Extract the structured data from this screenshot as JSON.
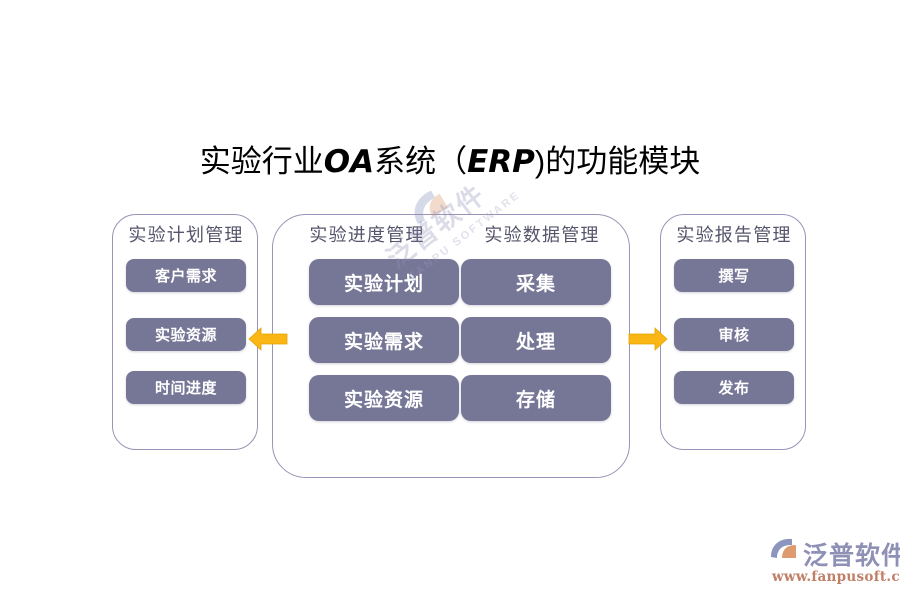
{
  "title": {
    "prefix": "实验行业",
    "latin": "OA",
    "middle": "系统（",
    "latin2": "ERP",
    "suffix": ")的功能模块",
    "full": "实验行业OA系统（ERP)的功能模块"
  },
  "colors": {
    "box_fill": "#767697",
    "panel_border": "#9a93b8",
    "heading_text": "#55556b",
    "arrow": "#f9b614",
    "arrow_border": "#e8a400",
    "box_text": "#ffffff",
    "background": "#ffffff",
    "brand_cn": "#8e90b6",
    "brand_url": "#c07f67"
  },
  "panels": [
    {
      "id": "plan",
      "heading": "实验计划管理",
      "boxes": [
        "客户需求",
        "实验资源",
        "时间进度"
      ]
    },
    {
      "id": "report",
      "heading": "实验报告管理",
      "boxes": [
        "撰写",
        "审核",
        "发布"
      ]
    }
  ],
  "center_panel": {
    "columns": [
      {
        "id": "progress",
        "heading": "实验进度管理",
        "boxes": [
          "实验计划",
          "实验需求",
          "实验资源"
        ]
      },
      {
        "id": "data",
        "heading": "实验数据管理",
        "boxes": [
          "采集",
          "处理",
          "存储"
        ]
      }
    ]
  },
  "arrows": [
    {
      "id": "arrow-left",
      "direction": "left"
    },
    {
      "id": "arrow-right",
      "direction": "right"
    }
  ],
  "watermark": {
    "cn": "泛普软件",
    "en": "FANPU SOFTWARE"
  },
  "brand": {
    "name": "泛普软件",
    "url": "www.fanpusoft.com"
  }
}
